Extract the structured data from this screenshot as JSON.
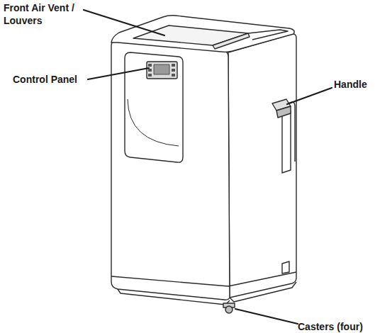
{
  "diagram": {
    "labels": [
      "Front Air Vent / Louvers",
      "Control Panel",
      "Handle",
      "Casters (four)"
    ]
  }
}
